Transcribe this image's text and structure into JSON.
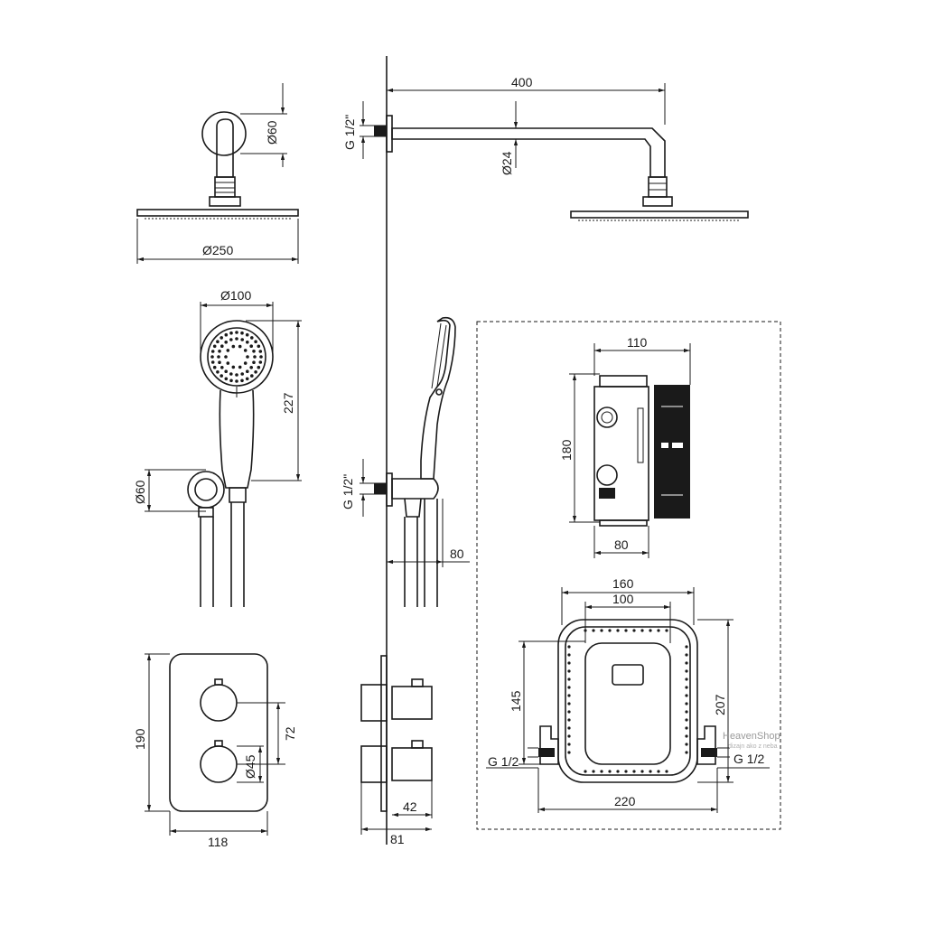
{
  "dimensions": {
    "arm_length": "400",
    "thread_arm": "G 1/2\"",
    "arm_diameter": "Ø24",
    "flange_diameter": "Ø60",
    "head_diameter": "Ø250",
    "hand_diameter": "Ø100",
    "hand_length": "227",
    "outlet_diameter": "Ø60",
    "thread_outlet": "G 1/2\"",
    "outlet_depth": "80",
    "box_width": "110",
    "box_height": "180",
    "box_depth": "80",
    "plate_height": "190",
    "knob_spacing": "72",
    "knob_diameter": "Ø45",
    "plate_width": "118",
    "knob_depth": "42",
    "total_depth": "81",
    "frame_width": "160",
    "opening_width": "100",
    "opening_height": "145",
    "frame_height": "207",
    "frame_total_width": "220",
    "thread_left": "G 1/2",
    "thread_right": "G 1/2"
  },
  "watermark": {
    "brand": "HeavenShop",
    "tagline": "dizajn ako z neba"
  }
}
